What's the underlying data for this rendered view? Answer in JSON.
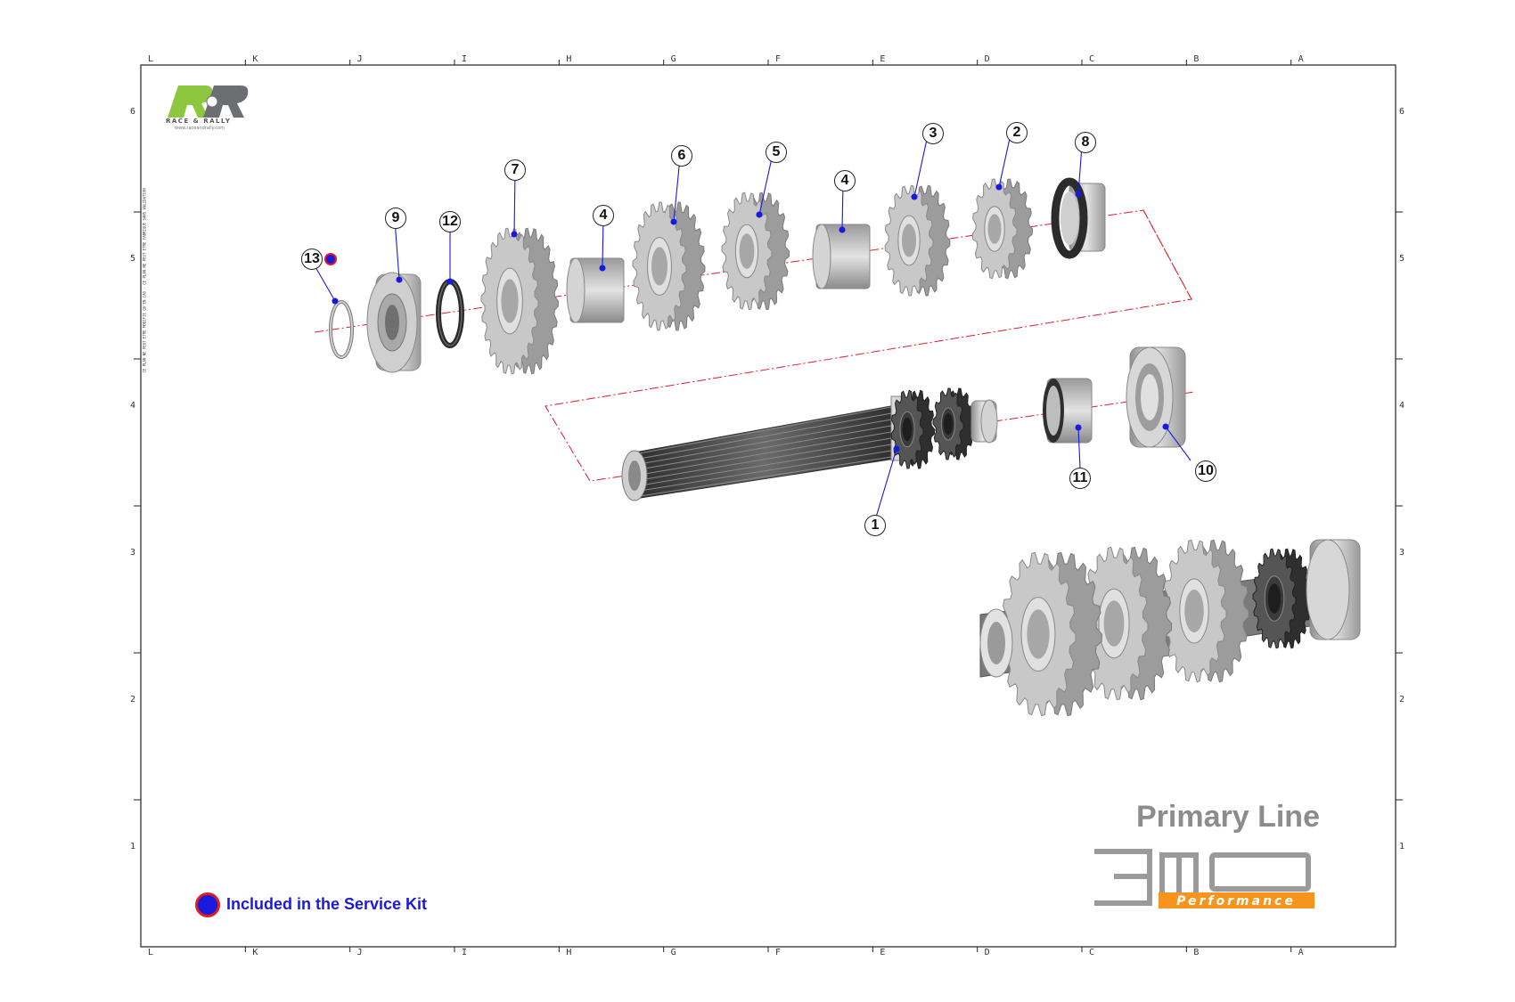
{
  "sheet": {
    "columns": [
      "L",
      "K",
      "J",
      "I",
      "H",
      "G",
      "F",
      "E",
      "D",
      "C",
      "B",
      "A"
    ],
    "rows": [
      "6",
      "5",
      "4",
      "3",
      "2",
      "1"
    ]
  },
  "logo": {
    "mark": "R&R",
    "tagline": "RACE & RALLY",
    "url": "www.raceandrally.com",
    "colors": {
      "primary": "#8dc63f",
      "secondary": "#6d6e71"
    }
  },
  "side_note": "CE PLAN NE PEUT ETRE MODIFIE QU'EN CAO - CE PLAN NE PEUT ETRE FABRIQUE SANS VALIDATION",
  "callouts": [
    "1",
    "2",
    "3",
    "4",
    "4",
    "5",
    "6",
    "7",
    "8",
    "9",
    "10",
    "11",
    "12",
    "13"
  ],
  "title": "Primary Line",
  "brand": {
    "name": "3MO",
    "tagline": "Performance",
    "colors": {
      "text": "#9a9a9a",
      "band": "#f7941d"
    }
  },
  "legend": {
    "label": "Included in the Service Kit",
    "colors": {
      "dot_fill": "#1a1adc",
      "dot_ring": "#e21b23",
      "text": "#1a1adc"
    }
  },
  "colors": {
    "axis_line": "#e21b23",
    "leader": "#1a1adc",
    "part_fill": "#bdbdbd",
    "part_dark": "#444444"
  }
}
